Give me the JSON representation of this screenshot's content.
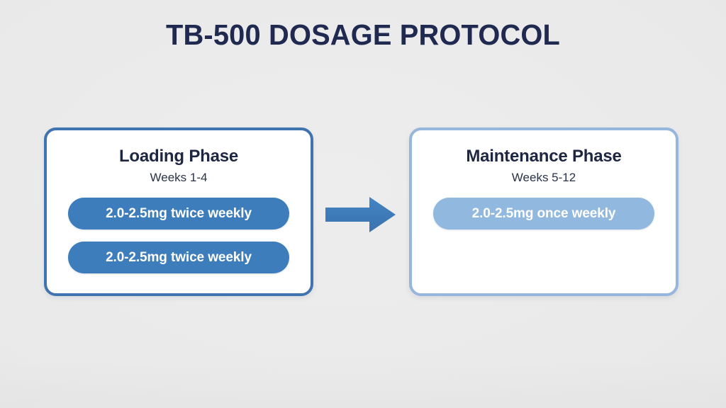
{
  "header": {
    "title": "TB-500 DOSAGE PROTOCOL"
  },
  "colors": {
    "background": "#eaeaea",
    "title_text": "#20294f",
    "card_heading": "#1d2742",
    "card_subtext": "#2a3245",
    "loading_border": "#3f74b0",
    "maintenance_border": "#97b6dc",
    "pill_strong": "#3d7dbc",
    "pill_soft": "#91b8de",
    "pill_text": "#ffffff",
    "arrow": "#3d7dbc"
  },
  "phases": [
    {
      "id": "loading",
      "title": "Loading Phase",
      "weeks": "Weeks 1-4",
      "doses": [
        "2.0-2.5mg twice weekly",
        "2.0-2.5mg twice weekly"
      ]
    },
    {
      "id": "maintenance",
      "title": "Maintenance Phase",
      "weeks": "Weeks 5-12",
      "doses": [
        "2.0-2.5mg once weekly"
      ]
    }
  ],
  "connector": {
    "icon": "arrow-right-icon",
    "direction": "right"
  }
}
